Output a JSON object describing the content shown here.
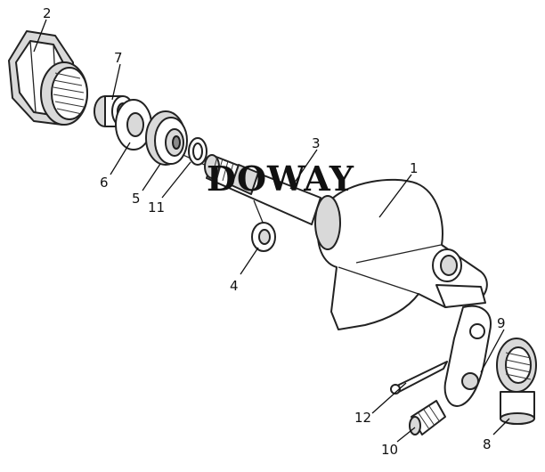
{
  "watermark": "DOWAY",
  "callouts": {
    "c1": "1",
    "c2": "2",
    "c3": "3",
    "c4": "4",
    "c5": "5",
    "c6": "6",
    "c7": "7",
    "c8": "8",
    "c9": "9",
    "c10": "10",
    "c11": "11",
    "c12": "12"
  }
}
